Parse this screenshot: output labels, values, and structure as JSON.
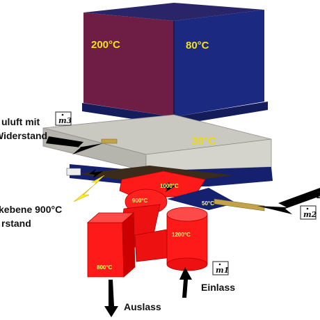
{
  "labels": {
    "top_left_temp": "200°C",
    "top_right_temp": "80°C",
    "plate_temp": "30°C",
    "chamber_1000": "1000°C",
    "chamber_900": "900°C",
    "chamber_1200": "1200°C",
    "chamber_800": "800°C",
    "pipe_50": "50°C",
    "left_label_1_line1": "uluft mit",
    "left_label_1_line2": "Widerstand",
    "left_label_2_line1": "kebene 900°C",
    "left_label_2_line2": "rstand",
    "einlass": "Einlass",
    "auslass": "Auslass",
    "right_edge_char": "Z"
  },
  "flow_markers": {
    "m3": "m3",
    "m2": "m2",
    "m1": "m1"
  },
  "colors": {
    "box_left_face": "#6e1d44",
    "box_right_face": "#1b2a80",
    "box_top_face": "#2a2468",
    "plate_top": "#c9c9c1",
    "plate_side": "#b5b5ad",
    "navy_layer": "#15206e",
    "red_parts": "#ff1a1a",
    "pipe": "#c2a34a",
    "label_yellow": "#f2e21a",
    "lightning": "#ffee22"
  }
}
